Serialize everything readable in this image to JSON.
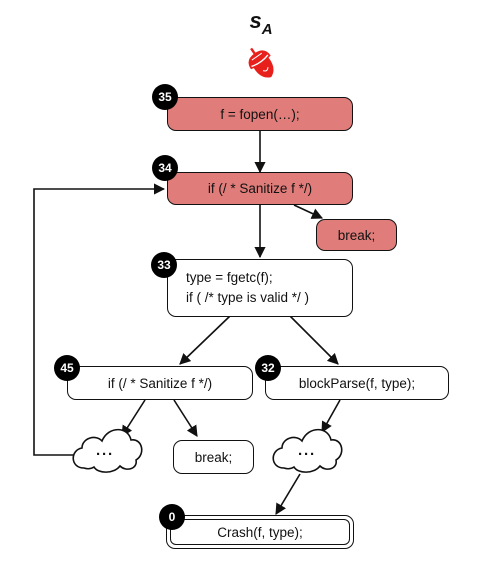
{
  "title": {
    "main": "s",
    "sub": "A"
  },
  "icon": {
    "name": "acorn-icon",
    "color": "#e8201c"
  },
  "nodes": {
    "n35": {
      "id": "35",
      "text": "f = fopen(…);"
    },
    "n34": {
      "id": "34",
      "text": "if (/ * Sanitize f */)"
    },
    "brk1": {
      "text": "break;"
    },
    "n33": {
      "id": "33",
      "line1": "type = fgetc(f);",
      "line2": "if  ( /* type is valid */ )"
    },
    "n45": {
      "id": "45",
      "text": "if (/ * Sanitize f */)"
    },
    "n32": {
      "id": "32",
      "text": "blockParse(f, type);"
    },
    "cloud1": {
      "text": "···"
    },
    "brk2": {
      "text": "break;"
    },
    "cloud2": {
      "text": "···"
    },
    "n0": {
      "id": "0",
      "text": "Crash(f, type);"
    }
  },
  "colors": {
    "highlight": "#e07d7a",
    "stroke": "#111111"
  }
}
